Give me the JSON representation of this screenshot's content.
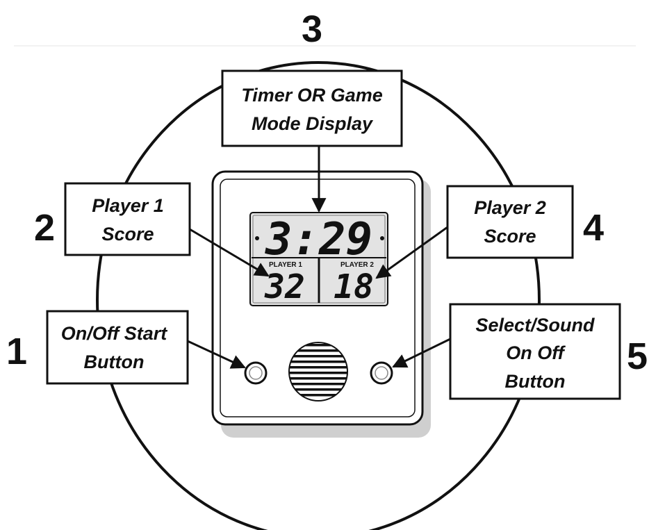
{
  "callouts": [
    {
      "number": "1",
      "lines": [
        "On/Off Start",
        "Button"
      ]
    },
    {
      "number": "2",
      "lines": [
        "Player 1",
        "Score"
      ]
    },
    {
      "number": "3",
      "lines": [
        "Timer OR Game",
        "Mode Display"
      ]
    },
    {
      "number": "4",
      "lines": [
        "Player 2",
        "Score"
      ]
    },
    {
      "number": "5",
      "lines": [
        "Select/Sound",
        "On Off",
        "Button"
      ]
    }
  ],
  "display": {
    "timer": "3:29",
    "player1_label": "PLAYER 1",
    "player1_score": "32",
    "player2_label": "PLAYER 2",
    "player2_score": "18"
  },
  "colors": {
    "line": "#111111",
    "device_fill": "#ffffff",
    "shadow": "#cfcfcf",
    "lcd_fill": "#e3e3e3"
  }
}
